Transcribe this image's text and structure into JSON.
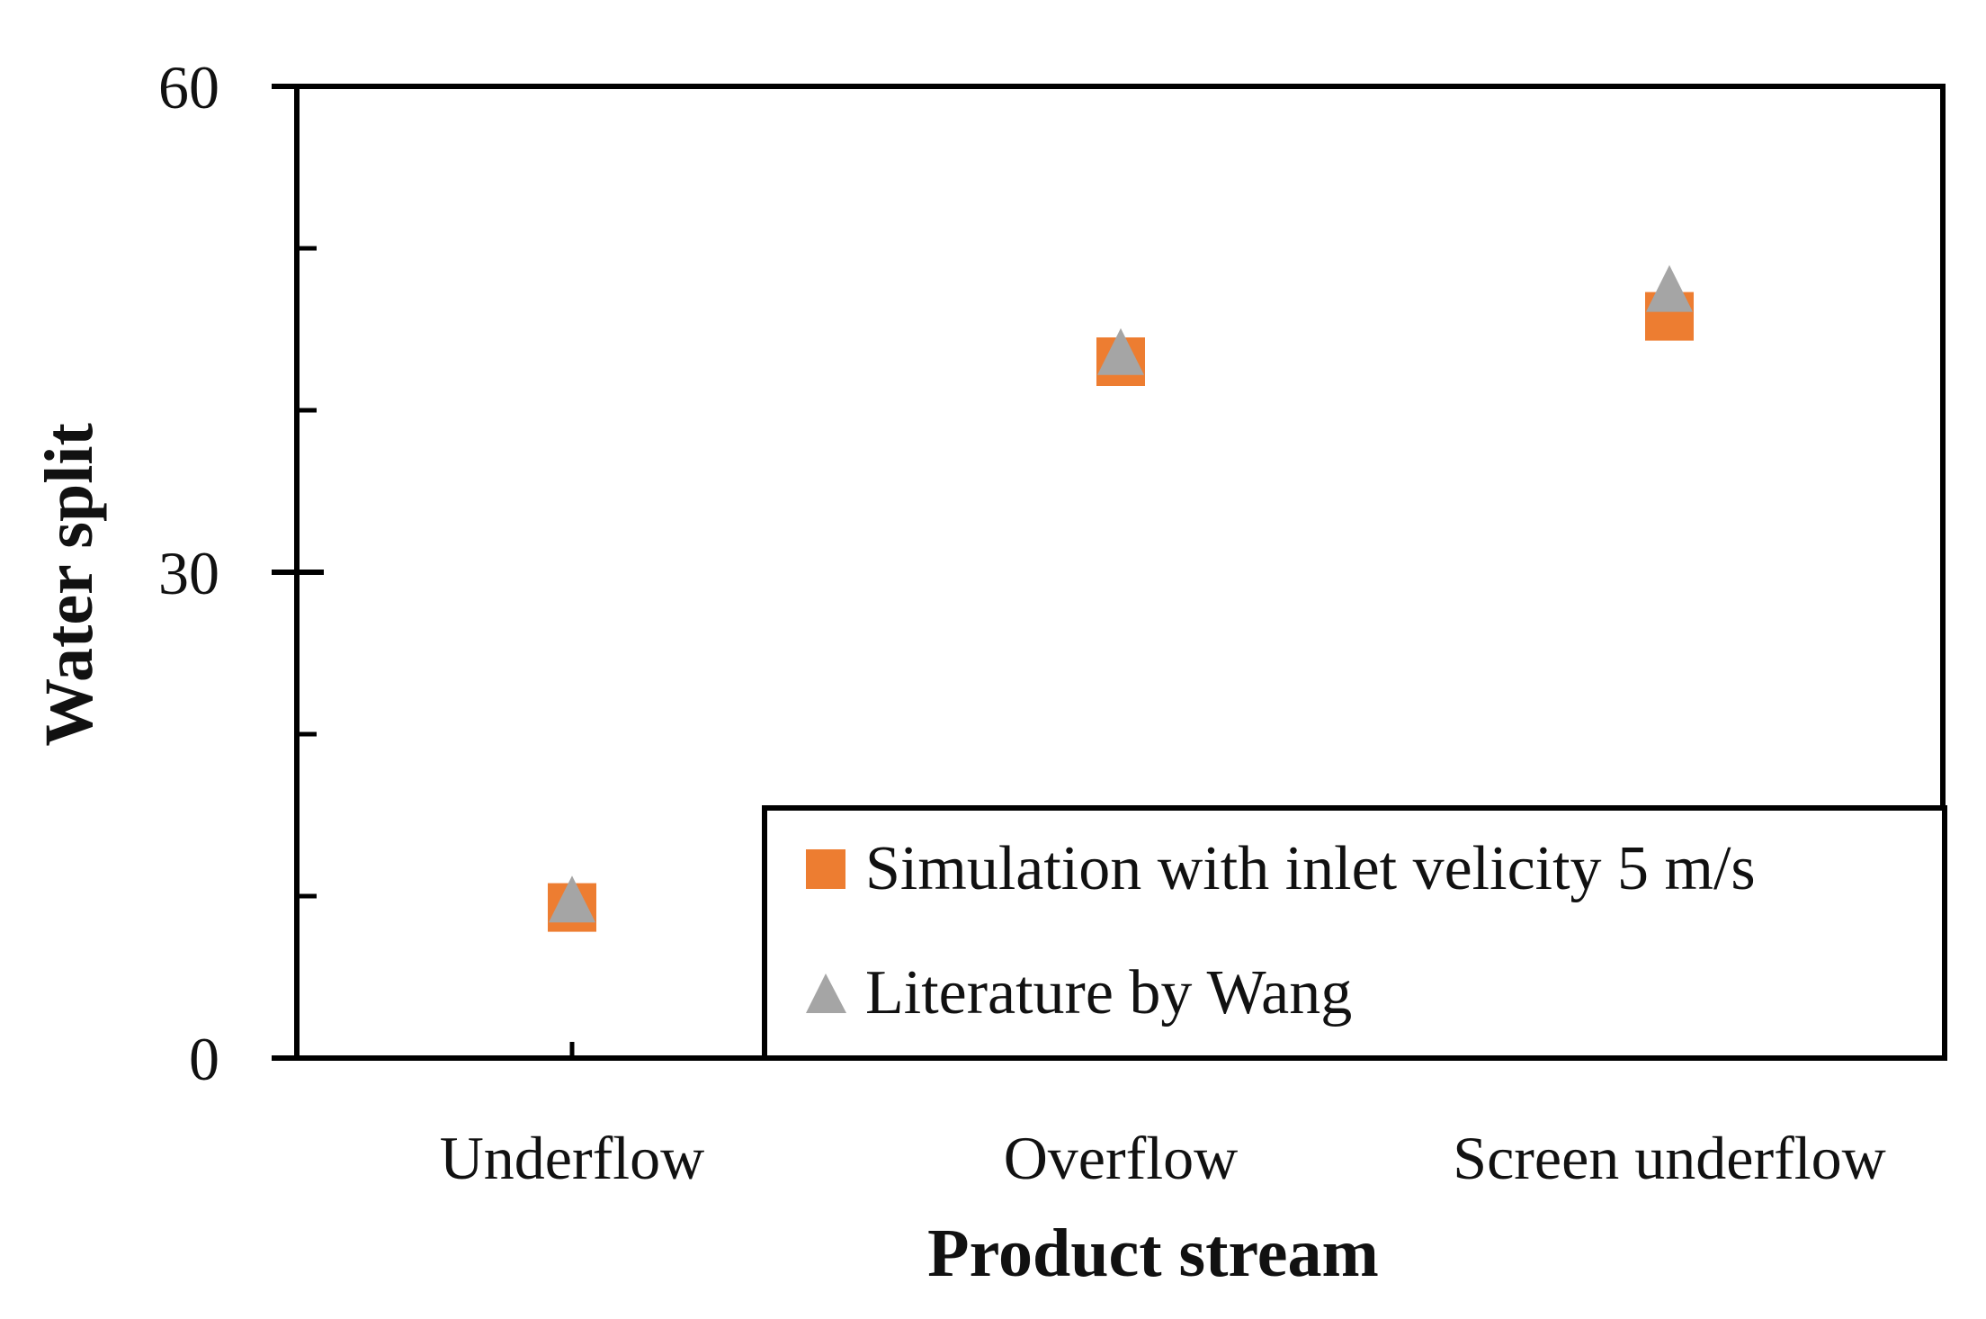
{
  "chart_data": {
    "type": "scatter",
    "xlabel": "Product stream",
    "ylabel": "Water split",
    "categories": [
      "Underflow",
      "Overflow",
      "Screen underflow"
    ],
    "ylim": [
      0,
      60
    ],
    "yticks_labeled": [
      0,
      30,
      60
    ],
    "yticks_minor": [
      10,
      20,
      40,
      50
    ],
    "grid": false,
    "legend_position": "bottom-right",
    "series": [
      {
        "name": "Simulation with inlet velicity 5 m/s",
        "marker": "square",
        "color": "#ED7D31",
        "values": [
          9.3,
          43.0,
          45.8
        ]
      },
      {
        "name": "Literature by Wang",
        "marker": "triangle",
        "color": "#A5A5A5",
        "values": [
          9.6,
          43.4,
          47.3
        ]
      }
    ]
  }
}
